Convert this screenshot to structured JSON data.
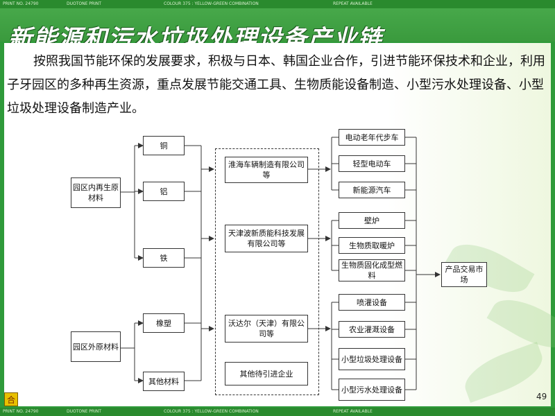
{
  "topbar": {
    "print_no": "PRINT NO. 24790",
    "duotone": "DUOTONE PRINT",
    "colour": "COLOUR 375 : YELLOW-GREEN COMBINATION",
    "repeat": "REPEAT AVAILABLE"
  },
  "title": "新能源和污水垃圾处理设备产业链",
  "intro": "按照我国节能环保的发展要求，积极与日本、韩国企业合作，引进节能环保技术和企业，利用子牙园区的多种再生资源，重点发展节能交通工具、生物质能设备制造、小型污水处理设备、小型垃圾处理设备制造产业。",
  "diagram": {
    "sources": [
      "园区内再生原材料",
      "园区外原材料"
    ],
    "materials": [
      "铜",
      "铝",
      "铁",
      "橡塑",
      "其他材料"
    ],
    "companies": [
      "淮海车辆制造有限公司等",
      "天津波新质能科技发展有限公司等",
      "沃达尔（天津）有限公司等",
      "其他待引进企业"
    ],
    "products": [
      "电动老年代步车",
      "轻型电动车",
      "新能源汽车",
      "壁炉",
      "生物质取暖炉",
      "生物质固化成型燃料",
      "喷灌设备",
      "农业灌溉设备",
      "小型垃圾处理设备",
      "小型污水处理设备"
    ],
    "market": "产品交易市场"
  },
  "page_number": "49",
  "logo_glyph": "合"
}
